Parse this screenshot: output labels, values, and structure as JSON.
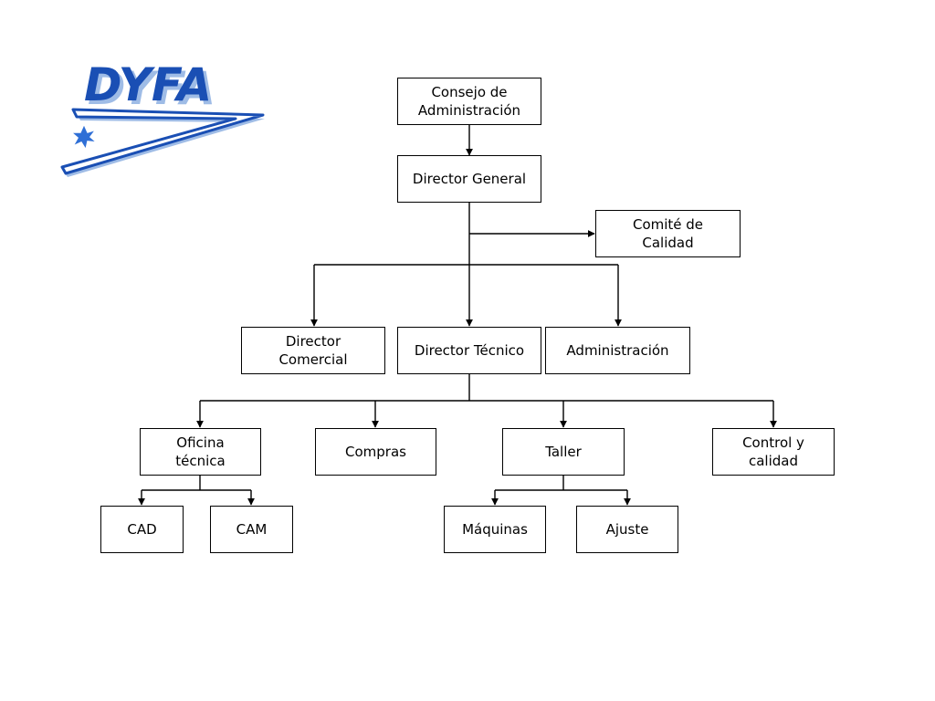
{
  "logo": {
    "text": "DYFA",
    "colors": {
      "primary": "#1a4fb4",
      "shadow": "#7fa3dc",
      "star": "#2f6fd6"
    }
  },
  "nodes": {
    "consejo": "Consejo de\nAdministración",
    "director_general": "Director General",
    "comite_calidad": "Comité de\nCalidad",
    "director_comercial": "Director\nComercial",
    "director_tecnico": "Director Técnico",
    "administracion": "Administración",
    "oficina_tecnica": "Oficina\ntécnica",
    "compras": "Compras",
    "taller": "Taller",
    "control_calidad": "Control y\ncalidad",
    "cad": "CAD",
    "cam": "CAM",
    "maquinas": "Máquinas",
    "ajuste": "Ajuste"
  }
}
